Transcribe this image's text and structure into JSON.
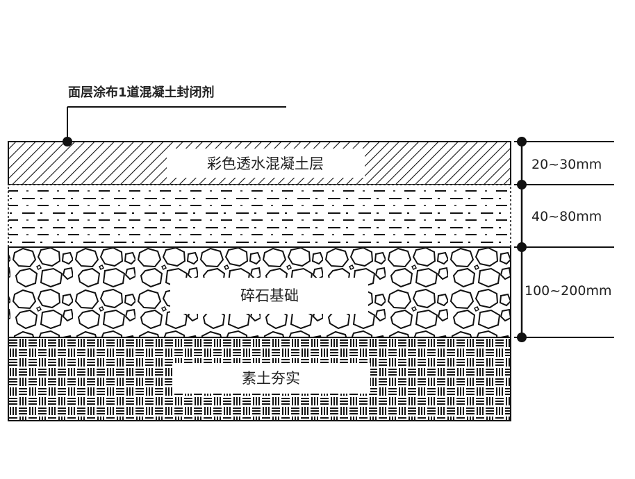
{
  "callout": {
    "text": "面层涂布1道混凝土封闭剂"
  },
  "layers": [
    {
      "id": "surface",
      "label": "彩色透水混凝土层",
      "thickness": "20~30mm",
      "pattern": "diagonal-hatch"
    },
    {
      "id": "sand",
      "label": "",
      "thickness": "40~80mm",
      "pattern": "dashes"
    },
    {
      "id": "gravel",
      "label": "碎石基础",
      "thickness": "100~200mm",
      "pattern": "stones"
    },
    {
      "id": "soil",
      "label": "素土夯实",
      "thickness": "",
      "pattern": "basket-weave"
    }
  ],
  "colors": {
    "line": "#111111",
    "background": "#ffffff"
  }
}
